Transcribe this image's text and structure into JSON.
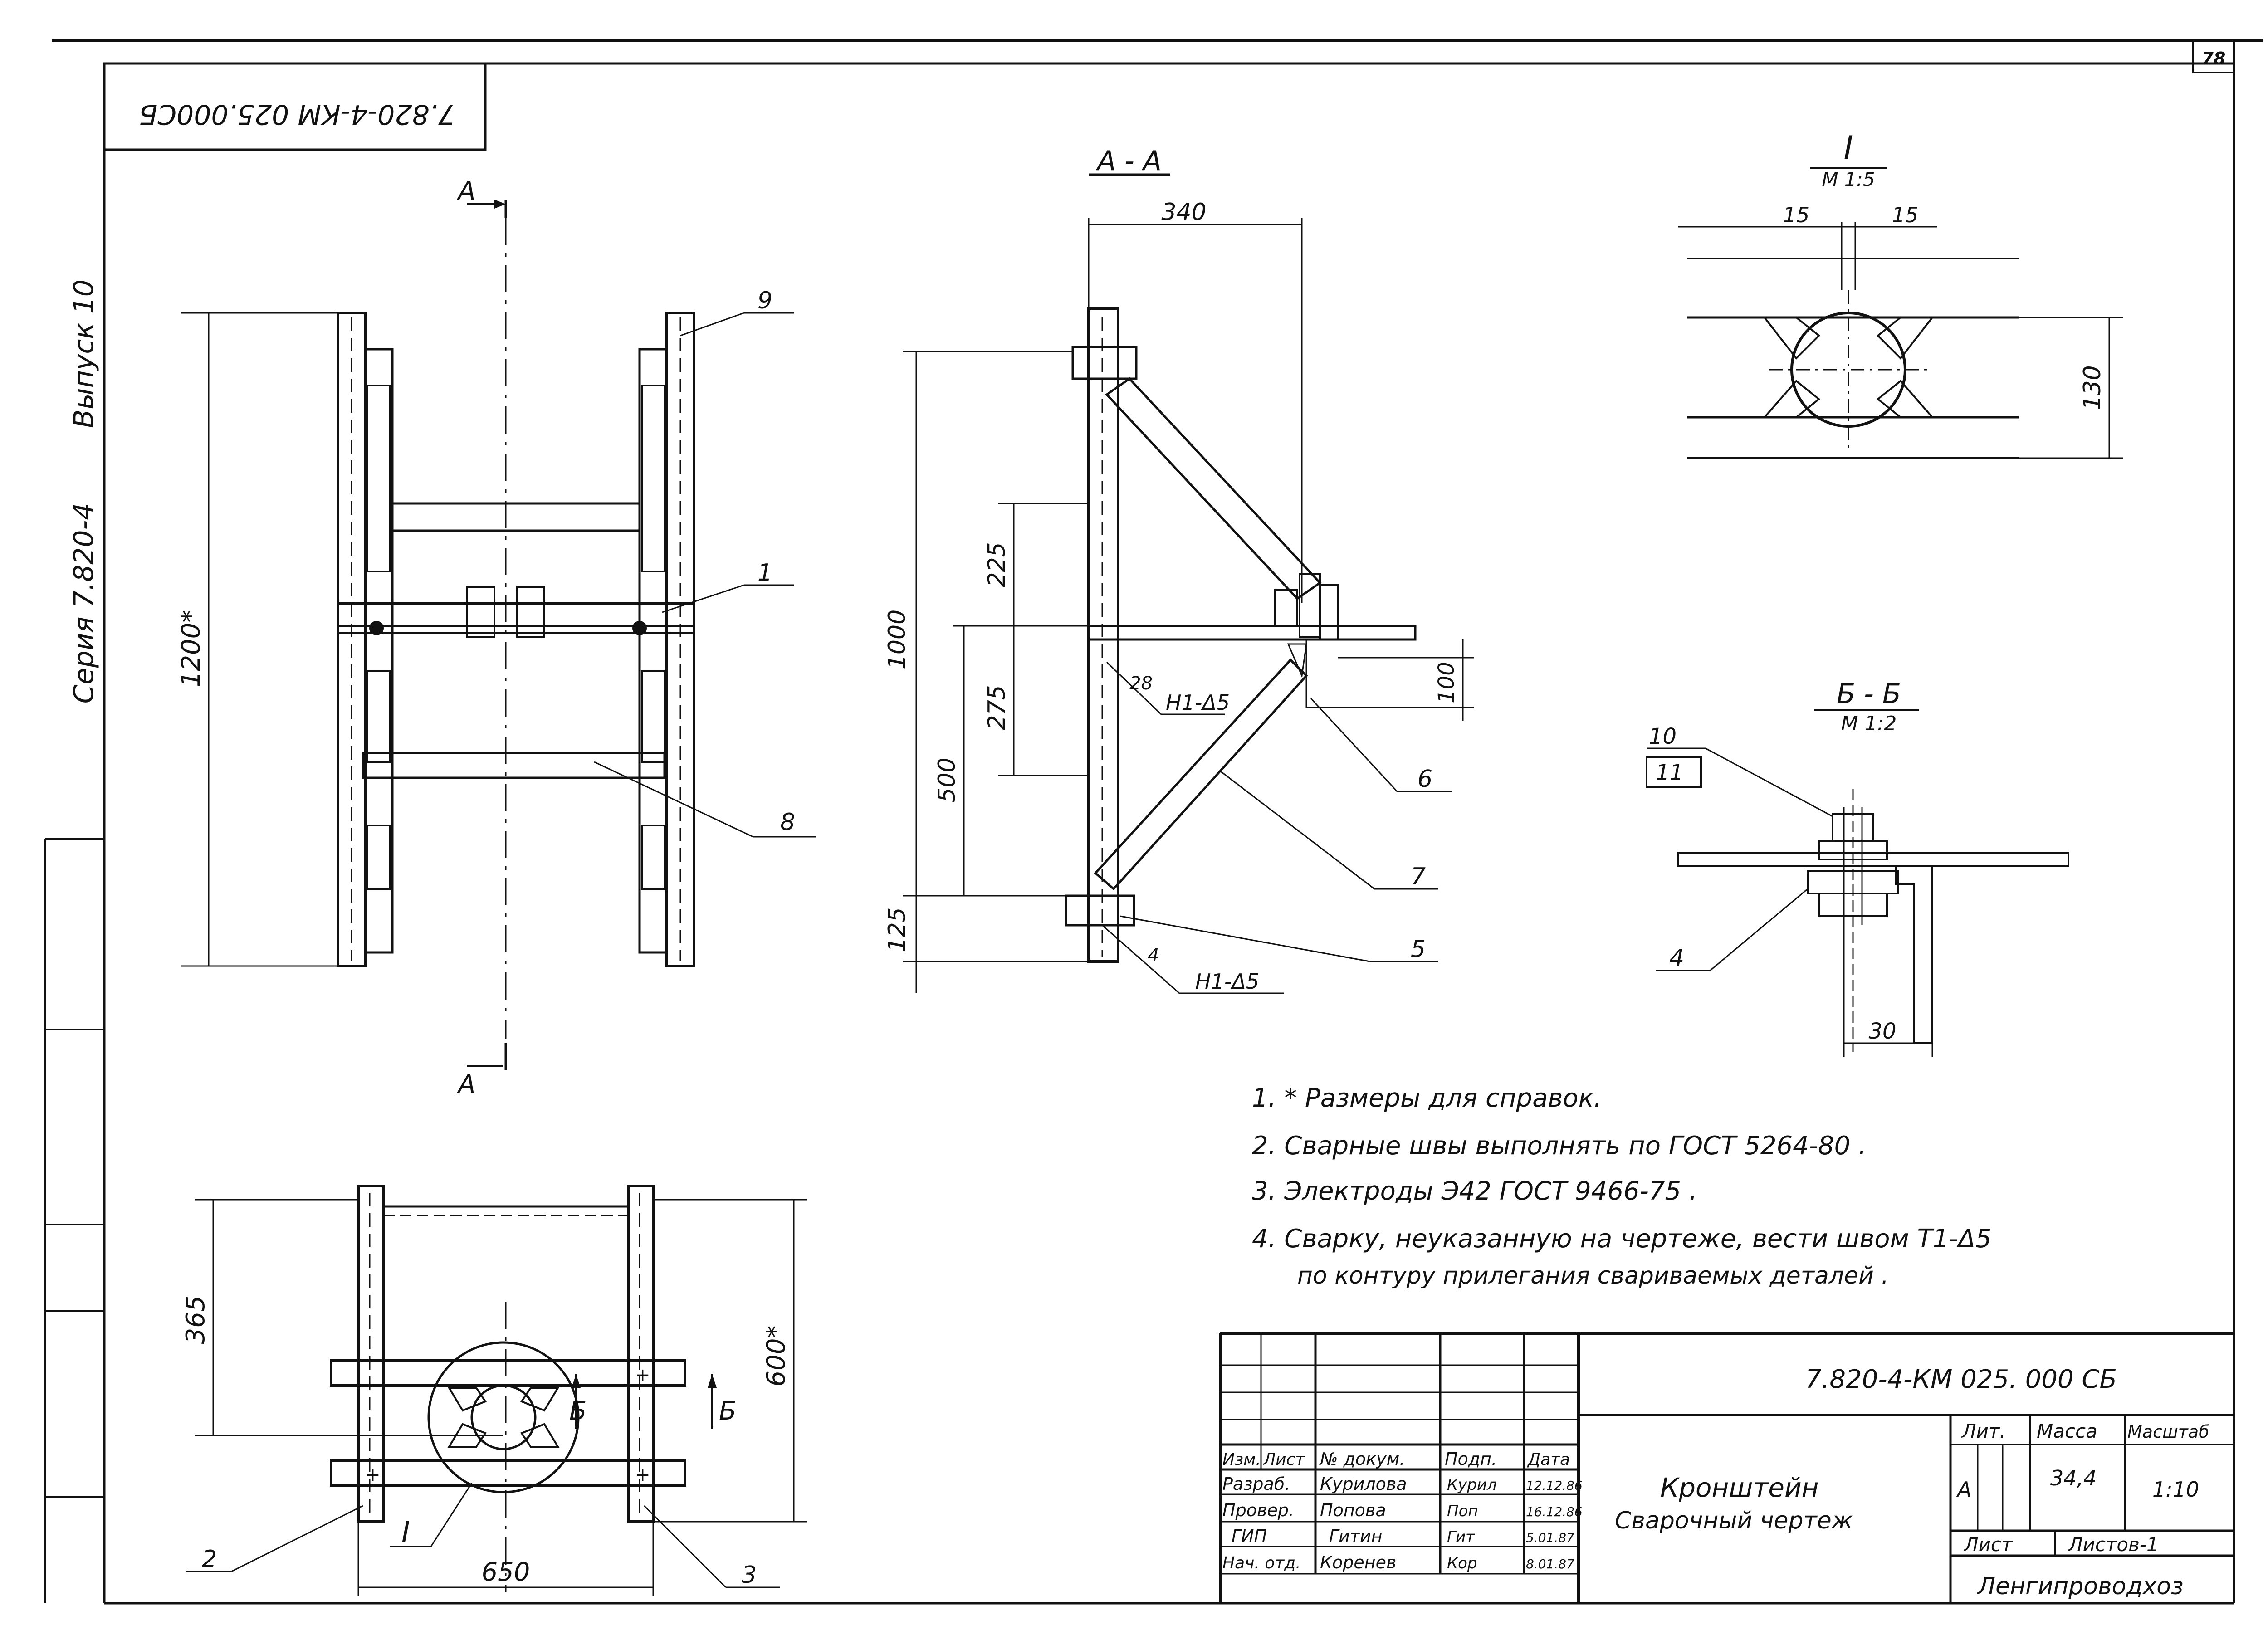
{
  "sheet": {
    "number": "78"
  },
  "stamp_top": "7.820-4-КМ 025.000СБ",
  "side": {
    "series": "Серия 7.820-4",
    "issue": "Выпуск 10"
  },
  "views": {
    "plan_top": {
      "section_mark": "А",
      "dim_height": "1200*",
      "callouts": [
        "9",
        "1",
        "8"
      ]
    },
    "plan_bottom": {
      "dim_left": "365",
      "dim_right": "600*",
      "dim_width": "650",
      "callouts": [
        "2",
        "3"
      ],
      "detail_mark": "I",
      "section_mark": "Б"
    },
    "section_aa": {
      "title": "А - А",
      "dim_top": "340",
      "dim_total": "1000",
      "dim_225": "225",
      "dim_275": "275",
      "dim_500": "500",
      "dim_125": "125",
      "dim_100": "100",
      "weld_label": "Н1-Δ5",
      "weld_leg_a": "28",
      "weld_leg_b": "4",
      "callouts": [
        "6",
        "7",
        "5"
      ]
    },
    "detail_i": {
      "title": "I",
      "scale": "М 1:5",
      "dim_15a": "15",
      "dim_15b": "15",
      "dim_130": "130"
    },
    "section_bb": {
      "title": "Б - Б",
      "scale": "М 1:2",
      "callout_10": "10",
      "callout_11": "11",
      "callout_4": "4",
      "dim_30": "30"
    }
  },
  "notes": [
    "1. * Размеры для справок.",
    "2. Сварные швы выполнять по ГОСТ 5264-80 .",
    "3. Электроды Э42 ГОСТ 9466-75 .",
    "4. Сварку, неуказанную на чертеже, вести швом Т1-Δ5",
    "по контуру прилегания свариваемых деталей ."
  ],
  "title_block": {
    "code": "7.820-4-КМ 025. 000 СБ",
    "headers": [
      "Изм.",
      "Лист",
      "№ докум.",
      "Подп.",
      "Дата"
    ],
    "rows": [
      {
        "role": "Разраб.",
        "name": "Курилова",
        "sign": "Курил",
        "date": "12.12.86"
      },
      {
        "role": "Провер.",
        "name": "Попова",
        "sign": "Поп",
        "date": "16.12.86"
      },
      {
        "role": "ГИП",
        "name": "Гитин",
        "sign": "Гит",
        "date": "5.01.87"
      },
      {
        "role": "Нач. отд.",
        "name": "Коренев",
        "sign": "Кор",
        "date": "8.01.87"
      }
    ],
    "name_line1": "Кронштейн",
    "name_line2": "Сварочный чертеж",
    "lit_label": "Лит.",
    "mass_label": "Масса",
    "scale_label": "Масштаб",
    "lit_value": "А",
    "mass_value": "34,4",
    "scale_value": "1:10",
    "sheet_label": "Лист",
    "sheets_label": "Листов-1",
    "org": "Ленгипроводхоз"
  }
}
